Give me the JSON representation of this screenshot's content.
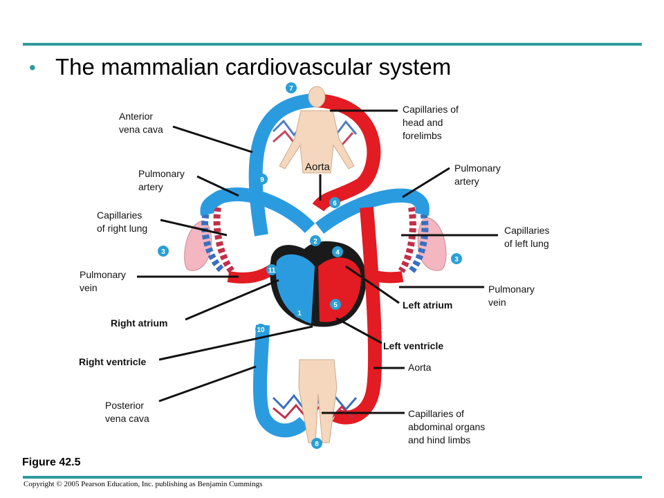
{
  "slide": {
    "bullet": "•",
    "title": "The mammalian cardiovascular system",
    "figure_label": "Figure 42.5",
    "copyright": "Copyright © 2005 Pearson Education, Inc. publishing as Benjamin Cummings"
  },
  "labels": {
    "anterior_vena_cava": "Anterior\nvena cava",
    "capillaries_head": "Capillaries of\nhead and\nforelimbs",
    "aorta_top": "Aorta",
    "pulmonary_artery_left": "Pulmonary\nartery",
    "pulmonary_artery_right": "Pulmonary\nartery",
    "capillaries_right_lung": "Capillaries\nof right lung",
    "capillaries_left_lung": "Capillaries\nof left lung",
    "pulmonary_vein_left": "Pulmonary\nvein",
    "pulmonary_vein_right": "Pulmonary\nvein",
    "left_atrium": "Left atrium",
    "right_atrium": "Right atrium",
    "left_ventricle": "Left ventricle",
    "right_ventricle": "Right ventricle",
    "aorta_bottom": "Aorta",
    "posterior_vena_cava": "Posterior\nvena cava",
    "capillaries_abdominal": "Capillaries of\nabdominal organs\nand hind limbs"
  },
  "steps": {
    "s1": "1",
    "s2": "2",
    "s3a": "3",
    "s3b": "3",
    "s4": "4",
    "s5": "5",
    "s6": "6",
    "s7": "7",
    "s8": "8",
    "s9": "9",
    "s10": "10",
    "s11": "11"
  },
  "colors": {
    "accent": "#2e9a9a",
    "oxygenated": "#e31b23",
    "deoxygenated": "#2b9be0",
    "body": "#f5d7bd",
    "lung": "#f4b6c0",
    "badge": "#2a9fd6"
  }
}
